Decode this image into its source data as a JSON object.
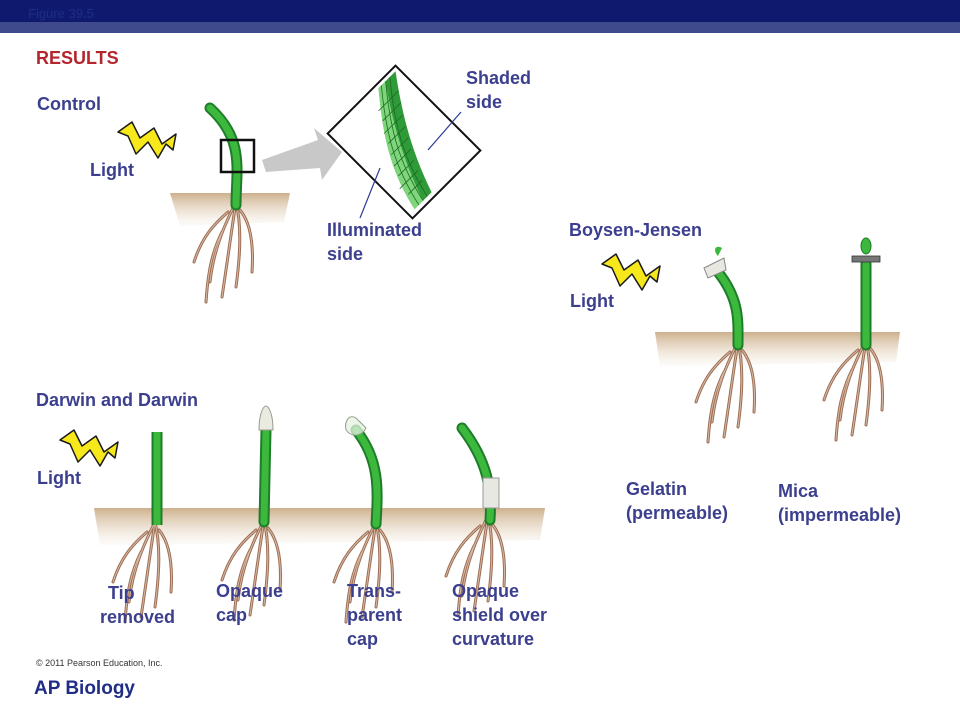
{
  "header": {
    "figure_label": "Figure 39.5"
  },
  "results_label": "RESULTS",
  "control": {
    "title": "Control",
    "light": "Light",
    "shaded_side": [
      "Shaded",
      "side"
    ],
    "illuminated_side": [
      "Illuminated",
      "side"
    ]
  },
  "boysen_jensen": {
    "title": "Boysen-Jensen",
    "light": "Light",
    "gelatin": [
      "Gelatin",
      "(permeable)"
    ],
    "mica": [
      "Mica",
      "(impermeable)"
    ]
  },
  "darwin": {
    "title": "Darwin and Darwin",
    "light": "Light",
    "tip_removed": [
      "Tip",
      "removed"
    ],
    "opaque_cap": [
      "Opaque",
      "cap"
    ],
    "transparent_cap": [
      "Trans-",
      "parent",
      "cap"
    ],
    "opaque_shield": [
      "Opaque",
      "shield over",
      "curvature"
    ]
  },
  "copyright": "© 2011 Pearson Education, Inc.",
  "footer": "AP Biology",
  "colors": {
    "header_bar": "#0f1a6e",
    "label_text": "#3b3f8e",
    "results_text": "#b3262d",
    "coleoptile_green": "#3cb83c",
    "lightning_yellow": "#f7e81c",
    "soil": "#d8bfa0",
    "roots": "#9c6e55"
  }
}
